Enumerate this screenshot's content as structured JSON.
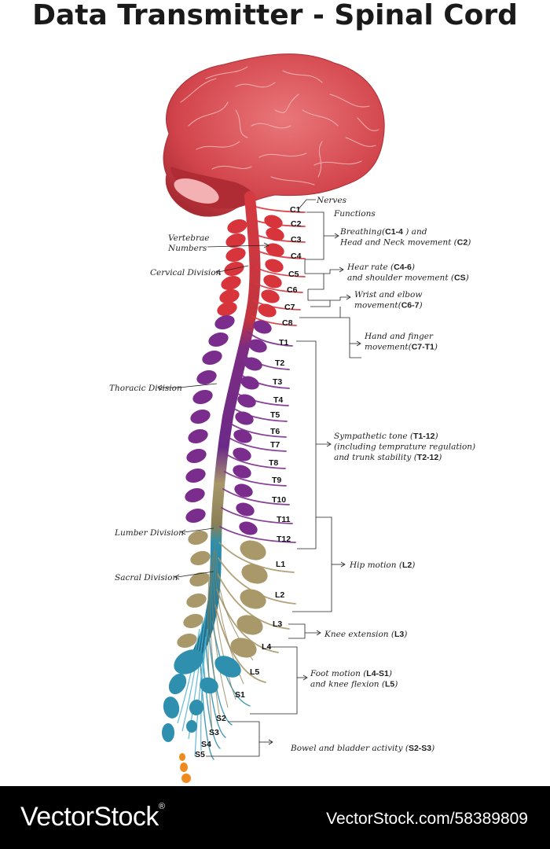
{
  "title": "Data Transmitter - Spinal Cord",
  "labels": {
    "nerves": "Nerves",
    "functions": "Functions",
    "vertebrae_numbers_1": "Vertebrae",
    "vertebrae_numbers_2": "Numbers",
    "cervical": "Cervical Division",
    "thoracic": "Thoracic Division",
    "lumbar": "Lumber Division",
    "sacral": "Sacral Division"
  },
  "functions": [
    {
      "id": "breathing",
      "lines": [
        [
          "Breathing(",
          "C1-4",
          " ) and"
        ],
        [
          "Head and Neck movement (",
          "C2",
          ")"
        ]
      ]
    },
    {
      "id": "heart",
      "lines": [
        [
          "Hear rate (",
          "C4-6",
          ")"
        ],
        [
          "and shoulder movement (",
          "CS",
          ")"
        ]
      ]
    },
    {
      "id": "wrist",
      "lines": [
        [
          "Wrist and elbow",
          "",
          ""
        ],
        [
          "movement(",
          "C6-7",
          ")"
        ]
      ]
    },
    {
      "id": "hand",
      "lines": [
        [
          "Hand and finger",
          "",
          ""
        ],
        [
          "movement(",
          "C7-T1",
          ")"
        ]
      ]
    },
    {
      "id": "sympathetic",
      "lines": [
        [
          "Sympathetic tone (",
          "T1-12",
          ")"
        ],
        [
          "(including temprature regulation)",
          "",
          ""
        ],
        [
          "and trunk stability (",
          "T2-12",
          ")"
        ]
      ]
    },
    {
      "id": "hip",
      "lines": [
        [
          "Hip motion (",
          "L2",
          ")"
        ]
      ]
    },
    {
      "id": "knee",
      "lines": [
        [
          "Knee extension (",
          "L3",
          ")"
        ]
      ]
    },
    {
      "id": "foot",
      "lines": [
        [
          "Foot motion (",
          "L4-S1",
          ")"
        ],
        [
          "and knee flexion (",
          "L5",
          ")"
        ]
      ]
    },
    {
      "id": "bowel",
      "lines": [
        [
          "Bowel and bladder activity (",
          "S2-S3",
          ")"
        ]
      ]
    }
  ],
  "vertebrae": [
    {
      "label": "C1",
      "region": "cervical"
    },
    {
      "label": "C2",
      "region": "cervical"
    },
    {
      "label": "C3",
      "region": "cervical"
    },
    {
      "label": "C4",
      "region": "cervical"
    },
    {
      "label": "C5",
      "region": "cervical"
    },
    {
      "label": "C6",
      "region": "cervical"
    },
    {
      "label": "C7",
      "region": "cervical"
    },
    {
      "label": "C8",
      "region": "cervical"
    },
    {
      "label": "T1",
      "region": "thoracic"
    },
    {
      "label": "T2",
      "region": "thoracic"
    },
    {
      "label": "T3",
      "region": "thoracic"
    },
    {
      "label": "T4",
      "region": "thoracic"
    },
    {
      "label": "T5",
      "region": "thoracic"
    },
    {
      "label": "T6",
      "region": "thoracic"
    },
    {
      "label": "T7",
      "region": "thoracic"
    },
    {
      "label": "T8",
      "region": "thoracic"
    },
    {
      "label": "T9",
      "region": "thoracic"
    },
    {
      "label": "T10",
      "region": "thoracic"
    },
    {
      "label": "T11",
      "region": "thoracic"
    },
    {
      "label": "T12",
      "region": "thoracic"
    },
    {
      "label": "L1",
      "region": "lumbar"
    },
    {
      "label": "L2",
      "region": "lumbar"
    },
    {
      "label": "L3",
      "region": "lumbar"
    },
    {
      "label": "L4",
      "region": "lumbar"
    },
    {
      "label": "L5",
      "region": "lumbar"
    },
    {
      "label": "S1",
      "region": "sacral"
    },
    {
      "label": "S2",
      "region": "sacral"
    },
    {
      "label": "S3",
      "region": "sacral"
    },
    {
      "label": "S4",
      "region": "sacral"
    },
    {
      "label": "S5",
      "region": "sacral"
    }
  ],
  "colors": {
    "cervical": "#d8343c",
    "thoracic": "#7a2d8c",
    "lumbar": "#a8986a",
    "sacral": "#2e8fae",
    "brain": "#d9555b",
    "coccyx": "#f08a1e"
  },
  "footer": {
    "logo": "VectorStock",
    "logo_mark": "®",
    "url": "VectorStock.com/58389809"
  }
}
